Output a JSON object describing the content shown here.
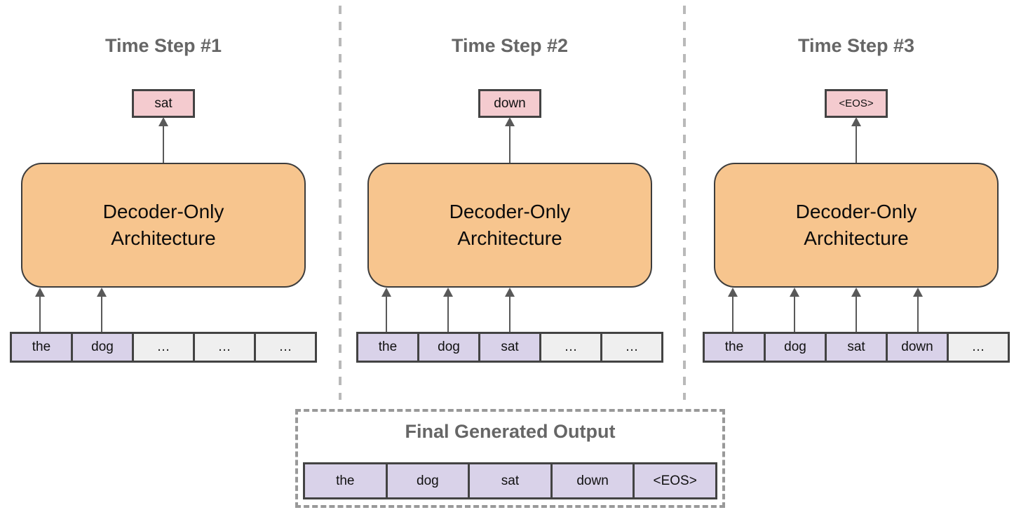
{
  "panels": [
    {
      "title": "Time Step #1",
      "output_token": "sat",
      "block_label": "Decoder-Only\nArchitecture",
      "tokens": [
        "the",
        "dog",
        "…",
        "…",
        "…"
      ]
    },
    {
      "title": "Time Step #2",
      "output_token": "down",
      "block_label": "Decoder-Only\nArchitecture",
      "tokens": [
        "the",
        "dog",
        "sat",
        "…",
        "…"
      ]
    },
    {
      "title": "Time Step #3",
      "output_token": "<EOS>",
      "block_label": "Decoder-Only\nArchitecture",
      "tokens": [
        "the",
        "dog",
        "sat",
        "down",
        "…"
      ]
    }
  ],
  "final_output": {
    "title": "Final Generated Output",
    "tokens": [
      "the",
      "dog",
      "sat",
      "down",
      "<EOS>"
    ]
  },
  "colors": {
    "decoder_fill": "#F7C58E",
    "output_token_fill": "#F4CBCF",
    "input_token_fill": "#D9D2E9",
    "placeholder_token_fill": "#EFEFEF",
    "box_border": "#434343",
    "arrow": "#595959",
    "separator_dash": "#B9B9B9",
    "heading_text": "#666666"
  }
}
